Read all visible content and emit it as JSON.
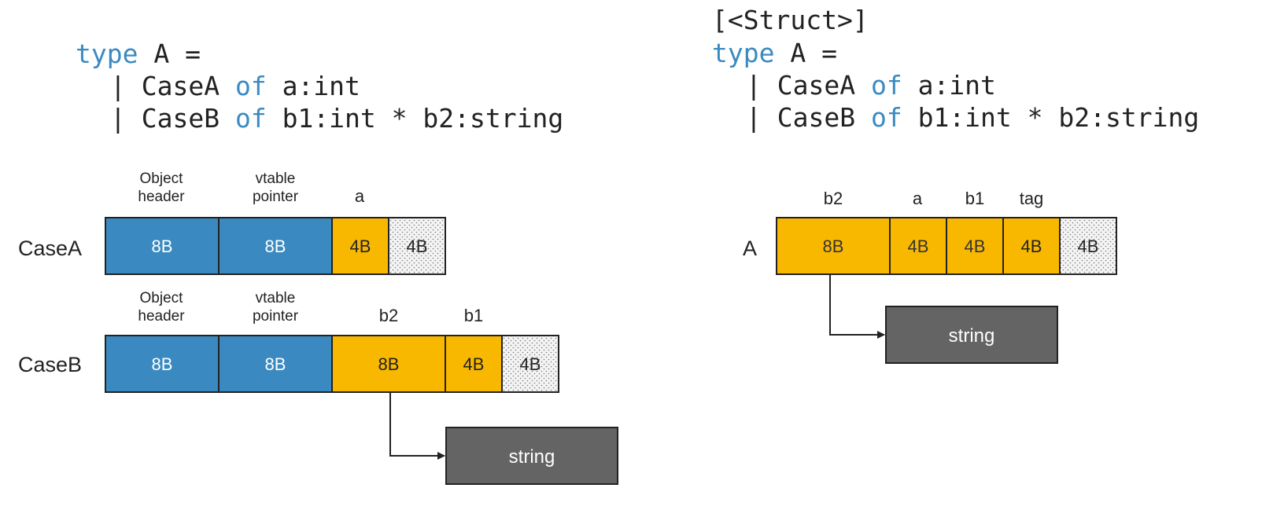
{
  "colors": {
    "blue": "#3a8ac1",
    "yellow": "#f9b800",
    "pointee": "#646464",
    "border": "#222222",
    "keyword": "#3a8ac1"
  },
  "left": {
    "code": {
      "line1": {
        "kw": "type",
        "rest": " A ="
      },
      "line2": {
        "pre": "| CaseA ",
        "kw": "of",
        "post": " a:int"
      },
      "line3": {
        "pre": "| CaseB ",
        "kw": "of",
        "post": " b1:int * b2:string"
      }
    },
    "case_a": {
      "row_label": "CaseA",
      "field_labels": [
        {
          "lines": [
            "Object",
            "header"
          ]
        },
        {
          "lines": [
            "vtable",
            "pointer"
          ]
        },
        {
          "lines": [
            "a"
          ]
        }
      ],
      "cells": [
        {
          "text": "8B",
          "kind": "blue"
        },
        {
          "text": "8B",
          "kind": "blue"
        },
        {
          "text": "4B",
          "kind": "yellow"
        },
        {
          "text": "4B",
          "kind": "padding"
        }
      ]
    },
    "case_b": {
      "row_label": "CaseB",
      "field_labels": [
        {
          "lines": [
            "Object",
            "header"
          ]
        },
        {
          "lines": [
            "vtable",
            "pointer"
          ]
        },
        {
          "lines": [
            "b2"
          ]
        },
        {
          "lines": [
            "b1"
          ]
        }
      ],
      "cells": [
        {
          "text": "8B",
          "kind": "blue"
        },
        {
          "text": "8B",
          "kind": "blue"
        },
        {
          "text": "8B",
          "kind": "yellow"
        },
        {
          "text": "4B",
          "kind": "yellow"
        },
        {
          "text": "4B",
          "kind": "padding"
        }
      ],
      "pointee": "string"
    }
  },
  "right": {
    "code": {
      "line0": "[<Struct>]",
      "line1": {
        "kw": "type",
        "rest": " A ="
      },
      "line2": {
        "pre": "| CaseA ",
        "kw": "of",
        "post": " a:int"
      },
      "line3": {
        "pre": "| CaseB ",
        "kw": "of",
        "post": " b1:int * b2:string"
      }
    },
    "struct_a": {
      "row_label": "A",
      "field_labels": [
        {
          "lines": [
            "b2"
          ]
        },
        {
          "lines": [
            "a"
          ]
        },
        {
          "lines": [
            "b1"
          ]
        },
        {
          "lines": [
            "tag"
          ]
        }
      ],
      "cells": [
        {
          "text": "8B",
          "kind": "yellow"
        },
        {
          "text": "4B",
          "kind": "yellow"
        },
        {
          "text": "4B",
          "kind": "yellow"
        },
        {
          "text": "4B",
          "kind": "yellow"
        },
        {
          "text": "4B",
          "kind": "padding"
        }
      ],
      "pointee": "string"
    }
  }
}
